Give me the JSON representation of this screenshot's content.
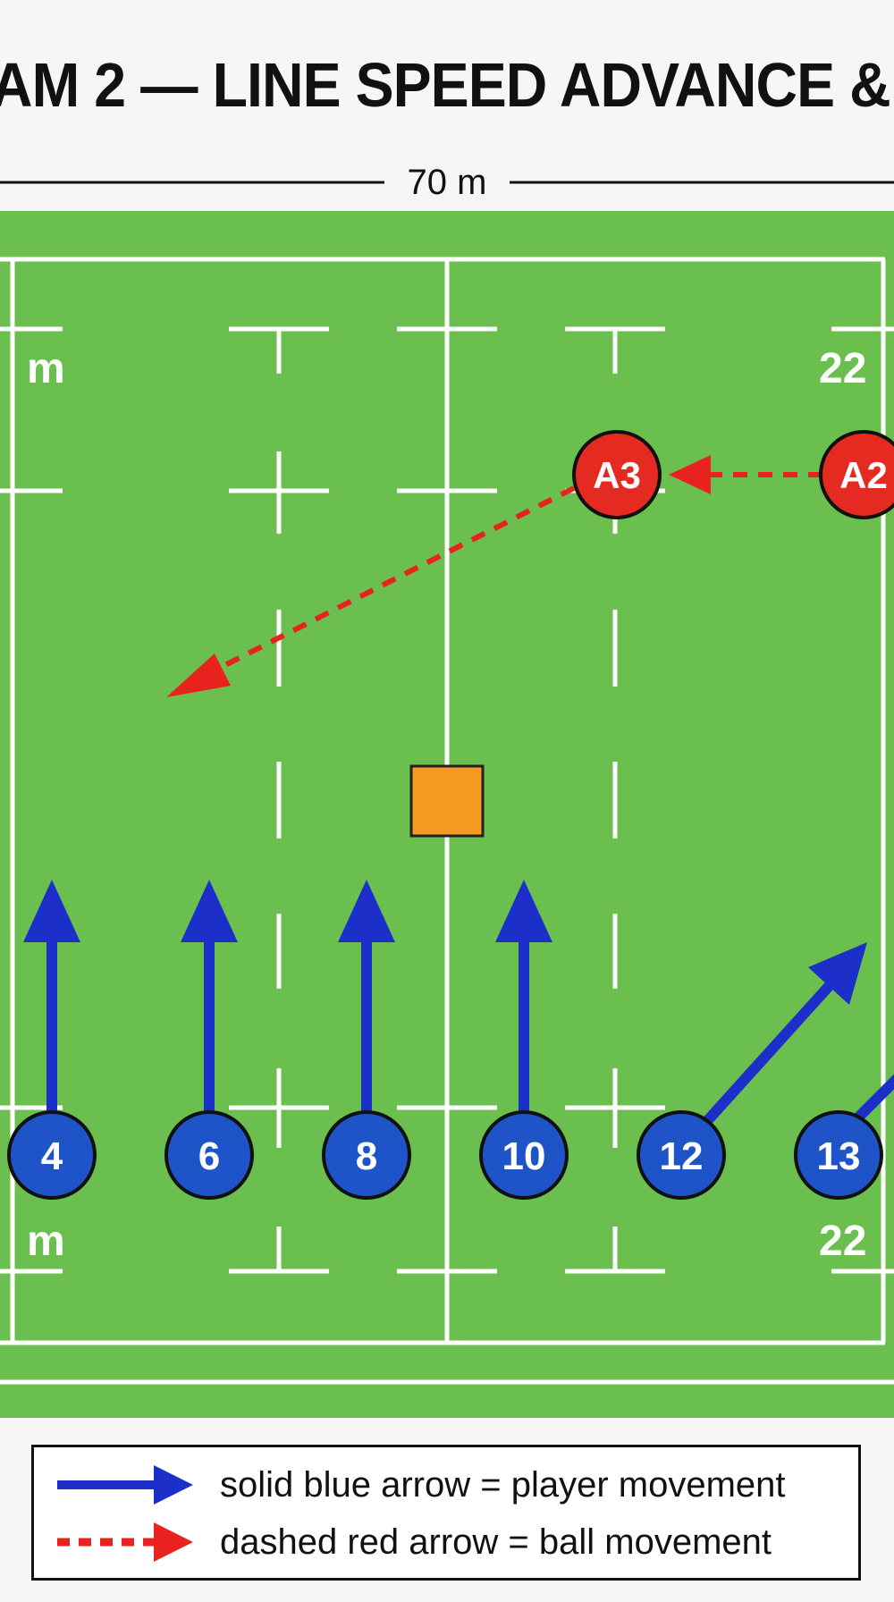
{
  "title": "AM 2 — LINE SPEED ADVANCE &",
  "field": {
    "width_label": "70 m",
    "left_markings": [
      "m",
      "m"
    ],
    "right_markings": [
      "22",
      "22"
    ]
  },
  "attackers": [
    {
      "label": "A3"
    },
    {
      "label": "A2"
    }
  ],
  "defenders": [
    {
      "label": "4"
    },
    {
      "label": "6"
    },
    {
      "label": "8"
    },
    {
      "label": "10"
    },
    {
      "label": "12"
    },
    {
      "label": "13"
    }
  ],
  "legend": {
    "items": [
      {
        "style": "solid",
        "color": "#1c2fc9",
        "text": "solid blue arrow = player movement"
      },
      {
        "style": "dashed",
        "color": "#e8231f",
        "text": "dashed red arrow = ball movement"
      }
    ]
  },
  "colors": {
    "grass": "#6bbf4f",
    "line": "#ffffff",
    "defender": "#1f54c8",
    "attacker": "#e52a22",
    "arrow_blue": "#1c2fc9",
    "arrow_red": "#e8231f",
    "marker": "#f59b24"
  }
}
